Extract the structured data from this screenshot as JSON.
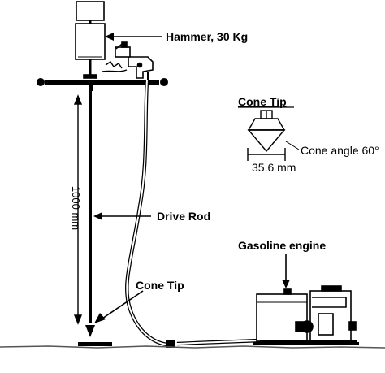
{
  "labels": {
    "hammer": "Hammer, 30 Kg",
    "cone_tip_title": "Cone Tip",
    "cone_angle": "Cone angle 60°",
    "cone_diameter": "35.6 mm",
    "rod_length": "1000 mm",
    "drive_rod": "Drive Rod",
    "gasoline_engine": "Gasoline engine",
    "cone_tip_bottom": "Cone Tip"
  },
  "colors": {
    "ink": "#000000",
    "background": "#ffffff",
    "ground": "#555555"
  }
}
